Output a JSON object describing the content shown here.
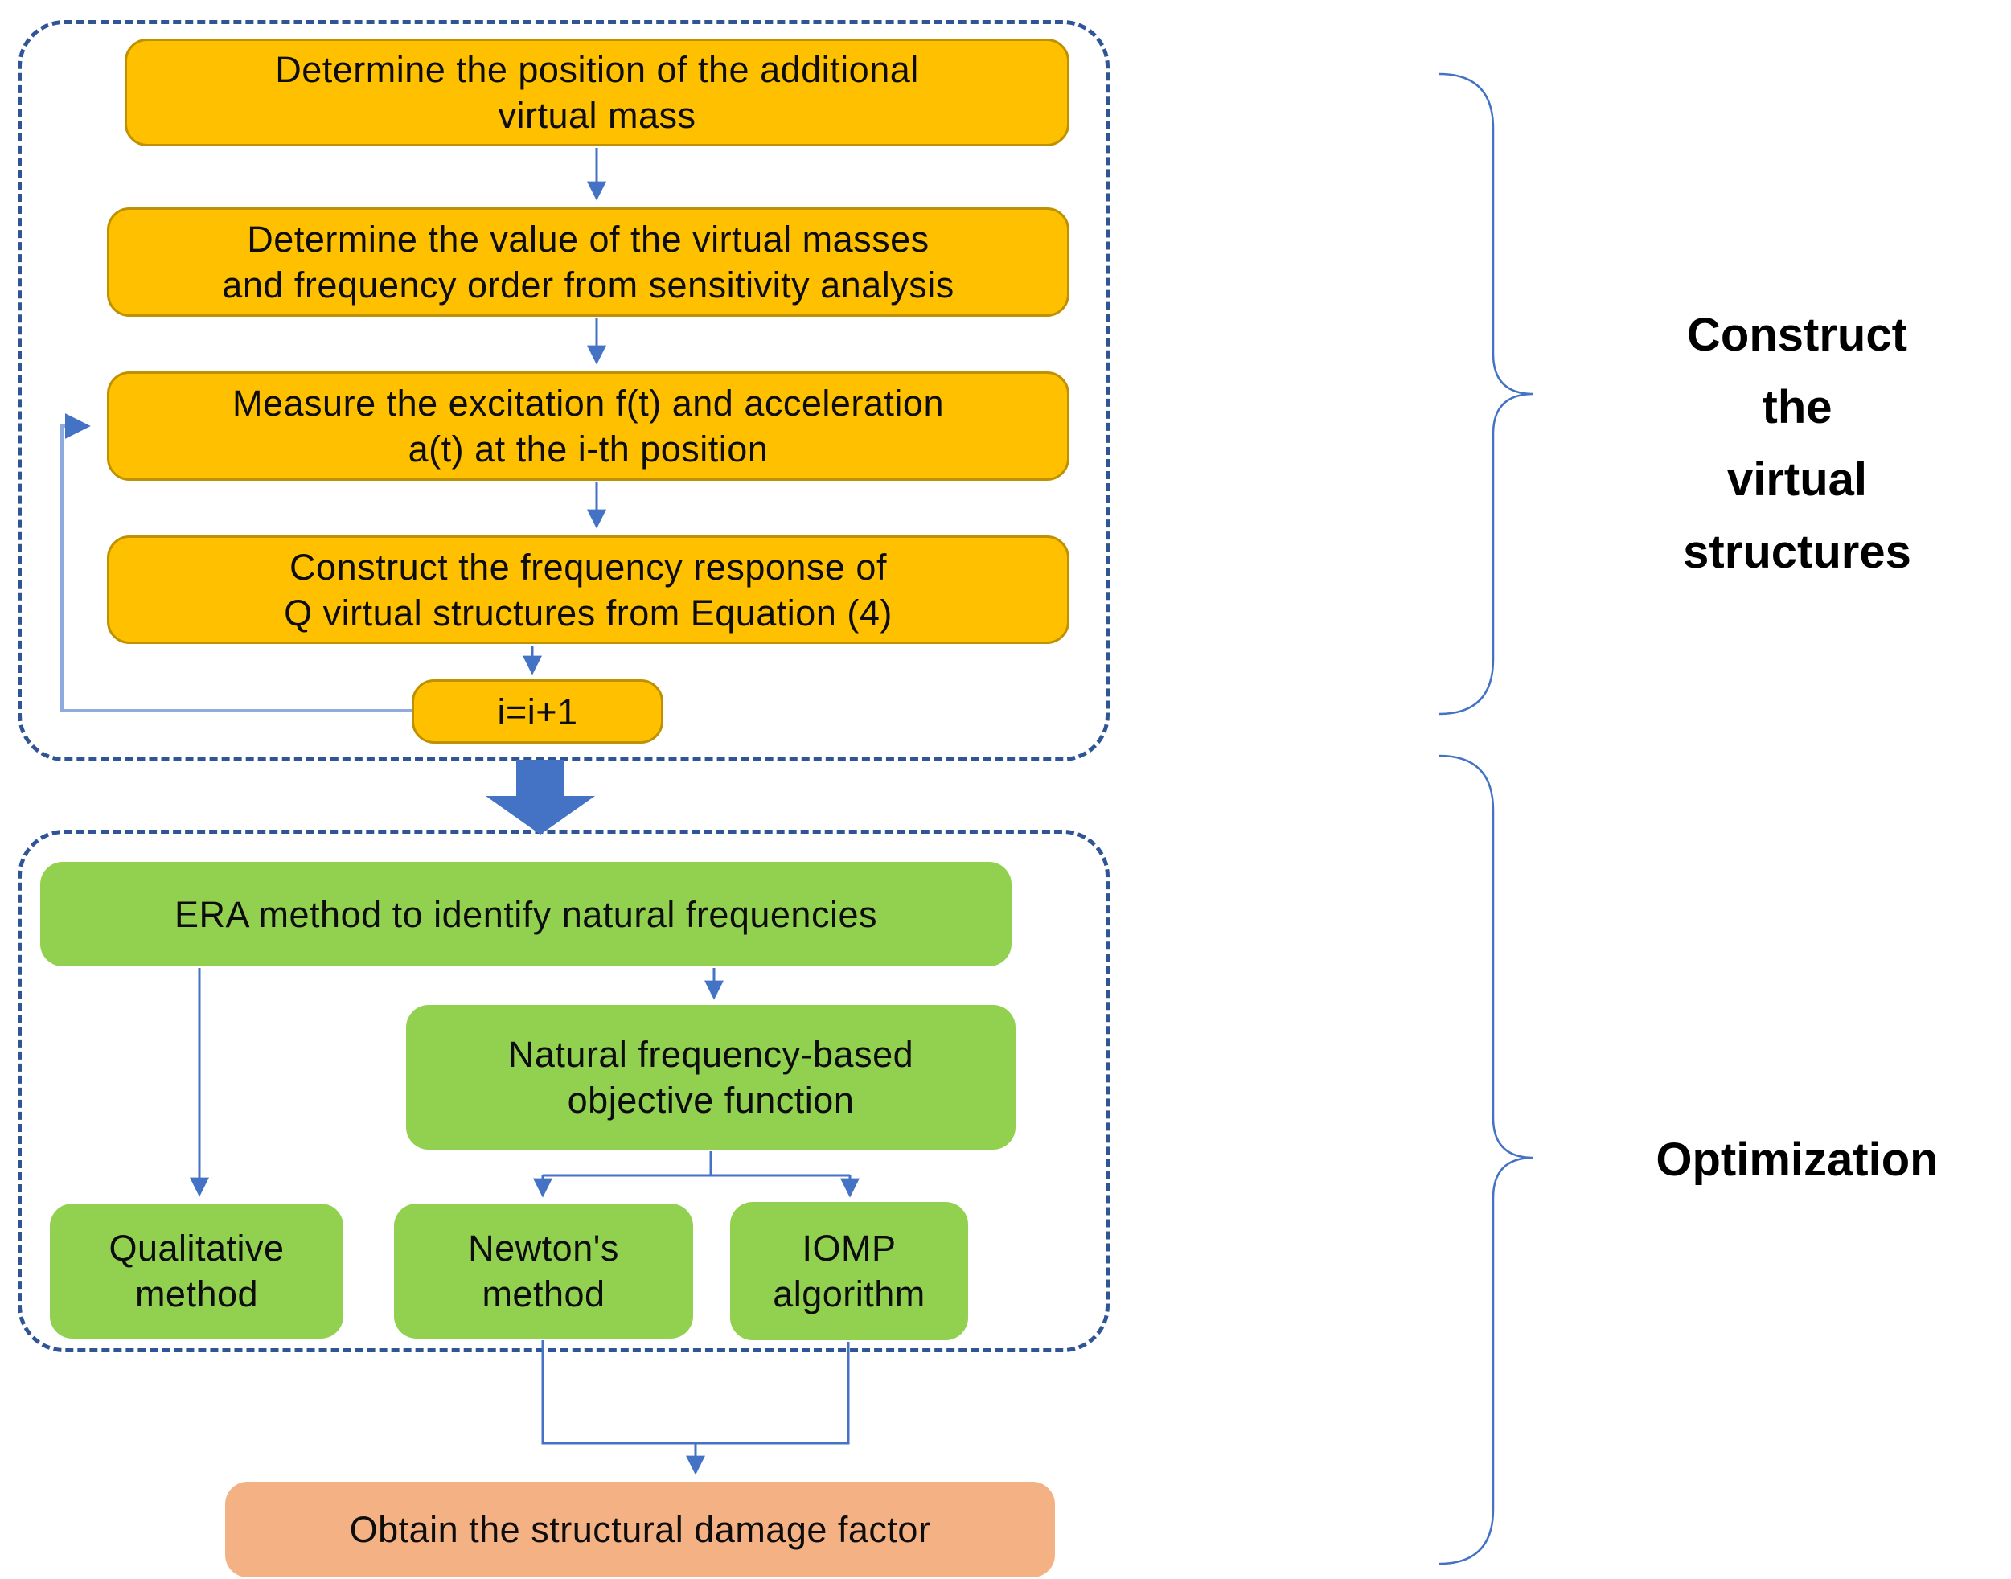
{
  "diagram": {
    "section1": {
      "side_label": {
        "lines": [
          "Construct",
          "the",
          "virtual",
          "structures"
        ]
      },
      "boxes": {
        "b1": {
          "lines": [
            "Determine the position of the additional",
            "virtual mass"
          ]
        },
        "b2": {
          "lines": [
            "Determine the value of the virtual masses",
            "and frequency order from sensitivity analysis"
          ]
        },
        "b3": {
          "lines": [
            "Measure the excitation f(t) and acceleration",
            "a(t) at the i-th position"
          ]
        },
        "b4": {
          "lines": [
            "Construct the frequency response of",
            "Q virtual structures from Equation (4)"
          ]
        },
        "b5": {
          "lines": [
            "i=i+1"
          ]
        }
      }
    },
    "section2": {
      "side_label": "Optimization",
      "boxes": {
        "era": {
          "lines": [
            "ERA method to identify natural frequencies"
          ]
        },
        "natfreq": {
          "lines": [
            "Natural frequency-based",
            "objective function"
          ]
        },
        "qualitative": {
          "lines": [
            "Qualitative",
            "method"
          ]
        },
        "newton": {
          "lines": [
            "Newton's",
            "method"
          ]
        },
        "iomp": {
          "lines": [
            "IOMP",
            "algorithm"
          ]
        }
      }
    },
    "result_box": {
      "lines": [
        "Obtain the structural damage factor"
      ]
    }
  },
  "colors": {
    "box-orange": "#FFC000",
    "box-orange-border": "#BF9000",
    "box-green": "#92D050",
    "box-salmon": "#F4B183",
    "connector-blue": "#4472C4",
    "loop-blue": "#8FAADC",
    "dashed-border-blue": "#2F5597",
    "text": "#0D0D0D"
  }
}
